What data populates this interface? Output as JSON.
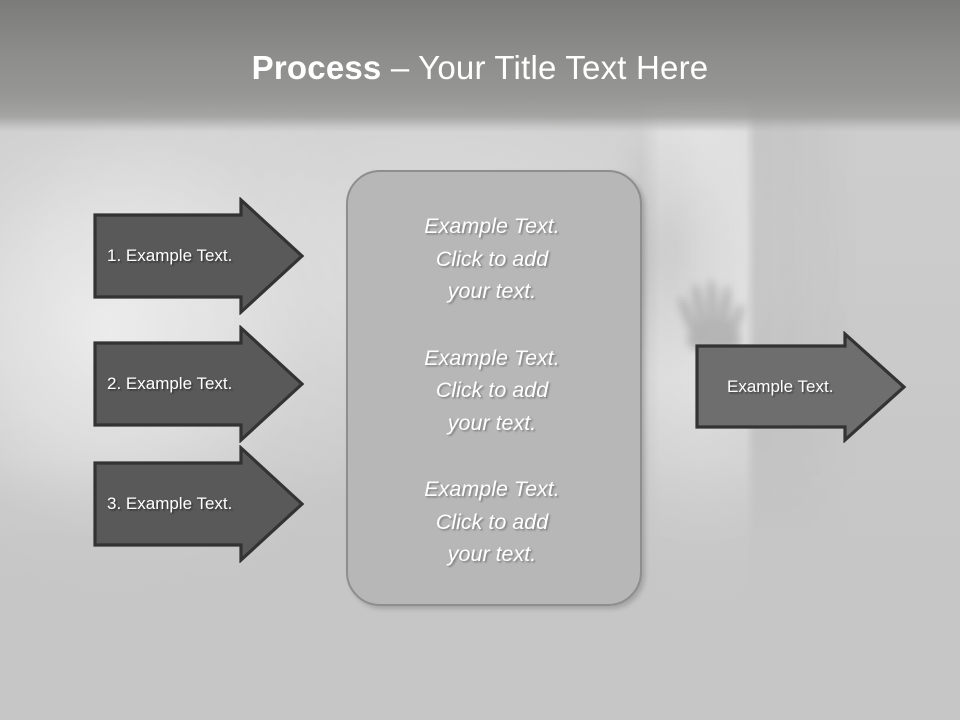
{
  "slide": {
    "title_bold": "Process",
    "title_rest": " – Your Title Text Here",
    "background_description": "blurred frosted glass with hand silhouette"
  },
  "colors": {
    "title_band_top": "#7b7b79",
    "title_band_bottom": "#9e9e9d",
    "slide_background": "#c9c9c9",
    "left_arrow_fill": "#595959",
    "right_arrow_fill": "#6e6e6e",
    "arrow_outline": "#333333",
    "panel_fill": "#b7b7b7",
    "panel_border": "#8e8e8e",
    "text_white": "#ffffff"
  },
  "left_arrows": [
    {
      "label": "1. Example Text.",
      "step": 1
    },
    {
      "label": "2. Example Text.",
      "step": 2
    },
    {
      "label": "3. Example Text.",
      "step": 3
    }
  ],
  "right_arrow": {
    "label": "Example Text."
  },
  "center_panel": {
    "blocks": [
      "Example Text. Click  to add your text.",
      "Example Text. Click  to add your text.",
      "Example Text. Click  to add your text."
    ],
    "lines": [
      [
        "Example Text.",
        "Click  to add",
        "your text."
      ],
      [
        "Example Text.",
        "Click  to add",
        "your text."
      ],
      [
        "Example Text.",
        "Click  to add",
        "your text."
      ]
    ]
  }
}
